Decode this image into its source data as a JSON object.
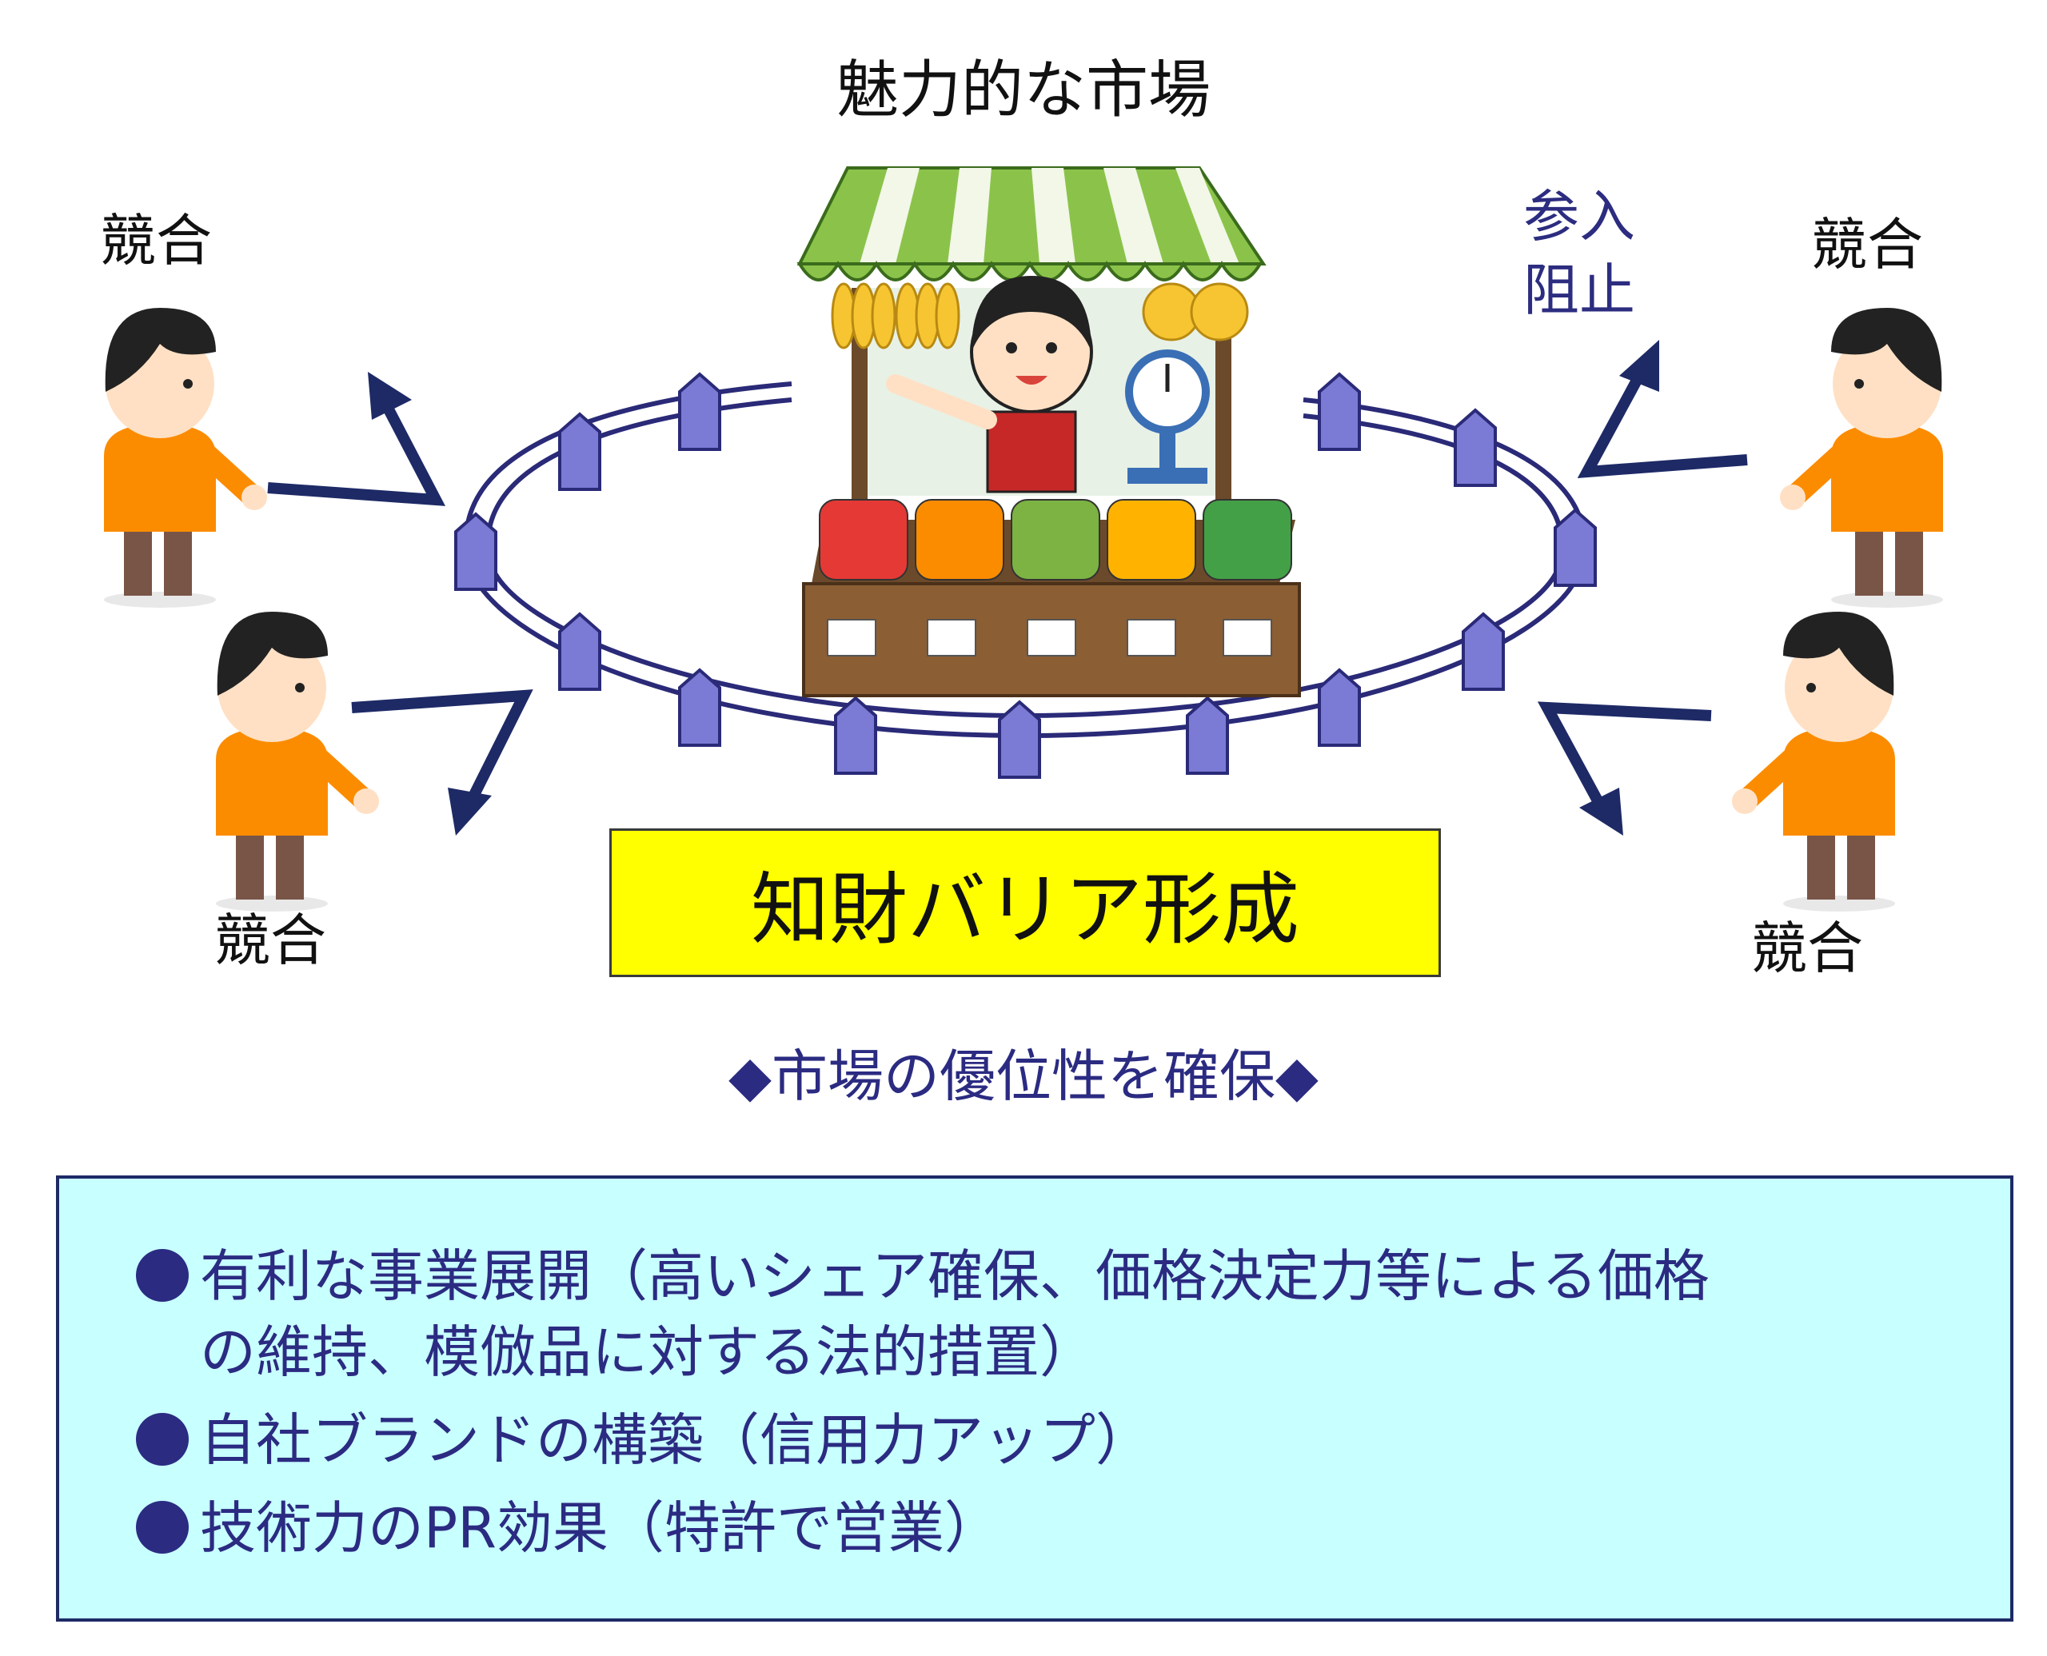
{
  "market_title": "魅力的な市場",
  "competitors": {
    "top_left": "競合",
    "top_right": "競合",
    "bottom_left": "競合",
    "bottom_right": "競合"
  },
  "block_label_line1": "参入",
  "block_label_line2": "阻止",
  "barrier_label": "知財バリア形成",
  "advantage_label": "◆市場の優位性を確保◆",
  "benefits": {
    "item1_line1": "有利な事業展開（高いシェア確保、価格決定力等による価格",
    "item1_line2": "の維持、模倣品に対する法的措置）",
    "item2": "自社ブランドの構築（信用力アップ）",
    "item3": "技術力のPR効果（特許で営業）"
  },
  "colors": {
    "barrier_fill": "#ffff00",
    "benefit_fill": "#c8ffff",
    "arrow": "#1e2a66",
    "fence_post": "#7b7bd6",
    "text_blue": "#2b2b82"
  }
}
